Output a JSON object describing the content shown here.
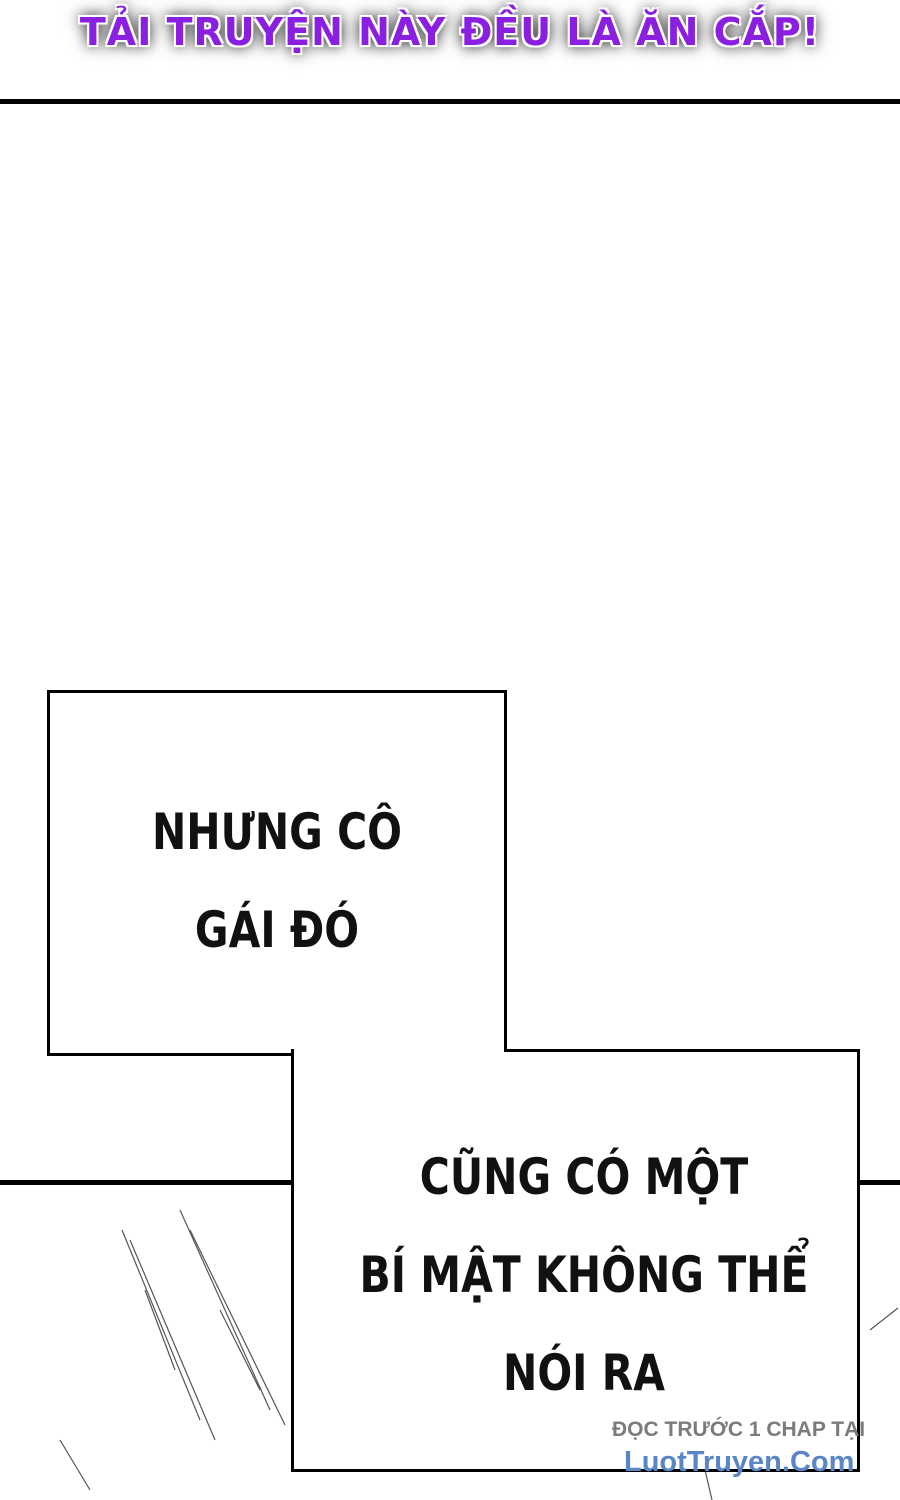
{
  "banner": {
    "text": "TẢI TRUYỆN NÀY ĐỀU LÀ ĂN CẮP!",
    "color": "#8a1fe0"
  },
  "captions": [
    {
      "lines": [
        "NHƯNG CÔ",
        "GÁI ĐÓ"
      ]
    },
    {
      "lines": [
        "CŨNG CÓ MỘT",
        "BÍ MẬT KHÔNG THỂ",
        "NÓI RA"
      ]
    }
  ],
  "watermark": {
    "line1": "ĐỌC TRƯỚC 1 CHAP TẠI",
    "line2": "LuotTruyen.Com",
    "link_color": "#5a86c8"
  }
}
